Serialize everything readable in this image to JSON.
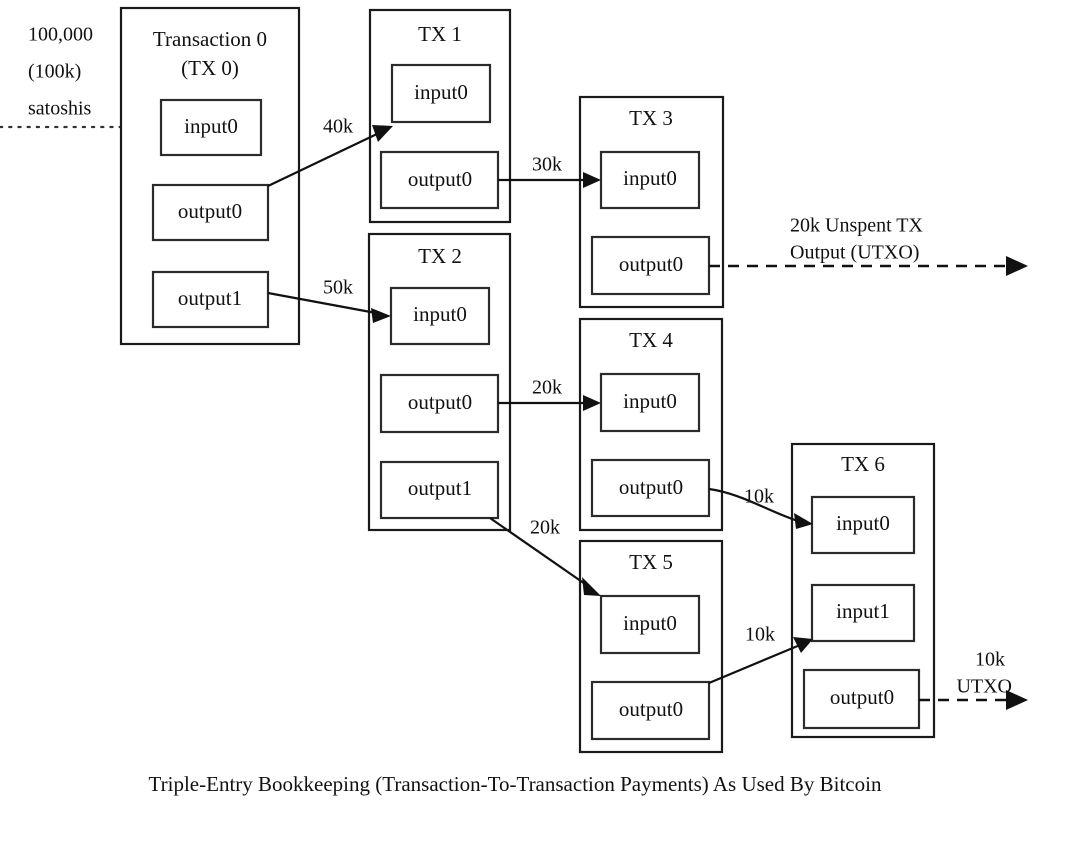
{
  "figure": {
    "caption": "Triple-Entry Bookkeeping (Transaction-To-Transaction Payments) As Used By Bitcoin",
    "background": "#ffffff",
    "ink": "#111111"
  },
  "source_label": {
    "line1": "100,000",
    "line2": "(100k)",
    "line3": "satoshis"
  },
  "transactions": [
    {
      "id": "tx0",
      "title": "Transaction 0",
      "subtitle": "(TX 0)",
      "slots": [
        {
          "id": "tx0-input0",
          "label": "input0"
        },
        {
          "id": "tx0-output0",
          "label": "output0"
        },
        {
          "id": "tx0-output1",
          "label": "output1"
        }
      ]
    },
    {
      "id": "tx1",
      "title": "TX 1",
      "subtitle": "",
      "slots": [
        {
          "id": "tx1-input0",
          "label": "input0"
        },
        {
          "id": "tx1-output0",
          "label": "output0"
        }
      ]
    },
    {
      "id": "tx2",
      "title": "TX 2",
      "subtitle": "",
      "slots": [
        {
          "id": "tx2-input0",
          "label": "input0"
        },
        {
          "id": "tx2-output0",
          "label": "output0"
        },
        {
          "id": "tx2-output1",
          "label": "output1"
        }
      ]
    },
    {
      "id": "tx3",
      "title": "TX 3",
      "subtitle": "",
      "slots": [
        {
          "id": "tx3-input0",
          "label": "input0"
        },
        {
          "id": "tx3-output0",
          "label": "output0"
        }
      ]
    },
    {
      "id": "tx4",
      "title": "TX 4",
      "subtitle": "",
      "slots": [
        {
          "id": "tx4-input0",
          "label": "input0"
        },
        {
          "id": "tx4-output0",
          "label": "output0"
        }
      ]
    },
    {
      "id": "tx5",
      "title": "TX 5",
      "subtitle": "",
      "slots": [
        {
          "id": "tx5-input0",
          "label": "input0"
        },
        {
          "id": "tx5-output0",
          "label": "output0"
        }
      ]
    },
    {
      "id": "tx6",
      "title": "TX 6",
      "subtitle": "",
      "slots": [
        {
          "id": "tx6-input0",
          "label": "input0"
        },
        {
          "id": "tx6-input1",
          "label": "input1"
        },
        {
          "id": "tx6-output0",
          "label": "output0"
        }
      ]
    }
  ],
  "flows": [
    {
      "id": "flow-funding",
      "label": "",
      "amount": "100k",
      "from": "external",
      "to": "tx0-input0",
      "style": "dotted"
    },
    {
      "id": "flow-40k",
      "label": "40k",
      "from": "tx0-output0",
      "to": "tx1-input0",
      "style": "solid"
    },
    {
      "id": "flow-50k",
      "label": "50k",
      "from": "tx0-output1",
      "to": "tx2-input0",
      "style": "solid"
    },
    {
      "id": "flow-30k",
      "label": "30k",
      "from": "tx1-output0",
      "to": "tx3-input0",
      "style": "solid"
    },
    {
      "id": "flow-20k-tx4",
      "label": "20k",
      "from": "tx2-output0",
      "to": "tx4-input0",
      "style": "solid"
    },
    {
      "id": "flow-20k-tx5",
      "label": "20k",
      "from": "tx2-output1",
      "to": "tx5-input0",
      "style": "solid"
    },
    {
      "id": "flow-10k-tx6-input0",
      "label": "10k",
      "from": "tx4-output0",
      "to": "tx6-input0",
      "style": "solid"
    },
    {
      "id": "flow-10k-tx6-input1",
      "label": "10k",
      "from": "tx5-output0",
      "to": "tx6-input1",
      "style": "solid"
    },
    {
      "id": "flow-utxo-20k",
      "label": "20k Unspent TX",
      "label2": "Output (UTXO)",
      "from": "tx3-output0",
      "to": "external",
      "style": "dashed"
    },
    {
      "id": "flow-utxo-10k",
      "label": "10k",
      "label2": "UTXO",
      "from": "tx6-output0",
      "to": "external",
      "style": "dashed"
    }
  ],
  "annotations": {
    "utxo_20k_line1": "20k Unspent TX",
    "utxo_20k_line2": "Output (UTXO)",
    "utxo_10k_line1": "10k",
    "utxo_10k_line2": "UTXO"
  },
  "chart_data": {
    "type": "diagram",
    "title": "Triple-Entry Bookkeeping (Transaction-To-Transaction Payments) As Used By Bitcoin",
    "units": "satoshis",
    "nodes": [
      {
        "id": "tx0",
        "label": "Transaction 0 (TX 0)",
        "inputs": [
          "input0"
        ],
        "outputs": [
          "output0",
          "output1"
        ]
      },
      {
        "id": "tx1",
        "label": "TX 1",
        "inputs": [
          "input0"
        ],
        "outputs": [
          "output0"
        ]
      },
      {
        "id": "tx2",
        "label": "TX 2",
        "inputs": [
          "input0"
        ],
        "outputs": [
          "output0",
          "output1"
        ]
      },
      {
        "id": "tx3",
        "label": "TX 3",
        "inputs": [
          "input0"
        ],
        "outputs": [
          "output0"
        ]
      },
      {
        "id": "tx4",
        "label": "TX 4",
        "inputs": [
          "input0"
        ],
        "outputs": [
          "output0"
        ]
      },
      {
        "id": "tx5",
        "label": "TX 5",
        "inputs": [
          "input0"
        ],
        "outputs": [
          "output0"
        ]
      },
      {
        "id": "tx6",
        "label": "TX 6",
        "inputs": [
          "input0",
          "input1"
        ],
        "outputs": [
          "output0"
        ]
      }
    ],
    "edges": [
      {
        "from": "external",
        "to": "tx0.input0",
        "value": 100000,
        "label": "100,000 (100k) satoshis"
      },
      {
        "from": "tx0.output0",
        "to": "tx1.input0",
        "value": 40000,
        "label": "40k"
      },
      {
        "from": "tx0.output1",
        "to": "tx2.input0",
        "value": 50000,
        "label": "50k"
      },
      {
        "from": "tx1.output0",
        "to": "tx3.input0",
        "value": 30000,
        "label": "30k"
      },
      {
        "from": "tx2.output0",
        "to": "tx4.input0",
        "value": 20000,
        "label": "20k"
      },
      {
        "from": "tx2.output1",
        "to": "tx5.input0",
        "value": 20000,
        "label": "20k"
      },
      {
        "from": "tx4.output0",
        "to": "tx6.input0",
        "value": 10000,
        "label": "10k"
      },
      {
        "from": "tx5.output0",
        "to": "tx6.input1",
        "value": 10000,
        "label": "10k"
      },
      {
        "from": "tx3.output0",
        "to": "unspent",
        "value": 20000,
        "label": "20k Unspent TX Output (UTXO)"
      },
      {
        "from": "tx6.output0",
        "to": "unspent",
        "value": 10000,
        "label": "10k UTXO"
      }
    ]
  }
}
